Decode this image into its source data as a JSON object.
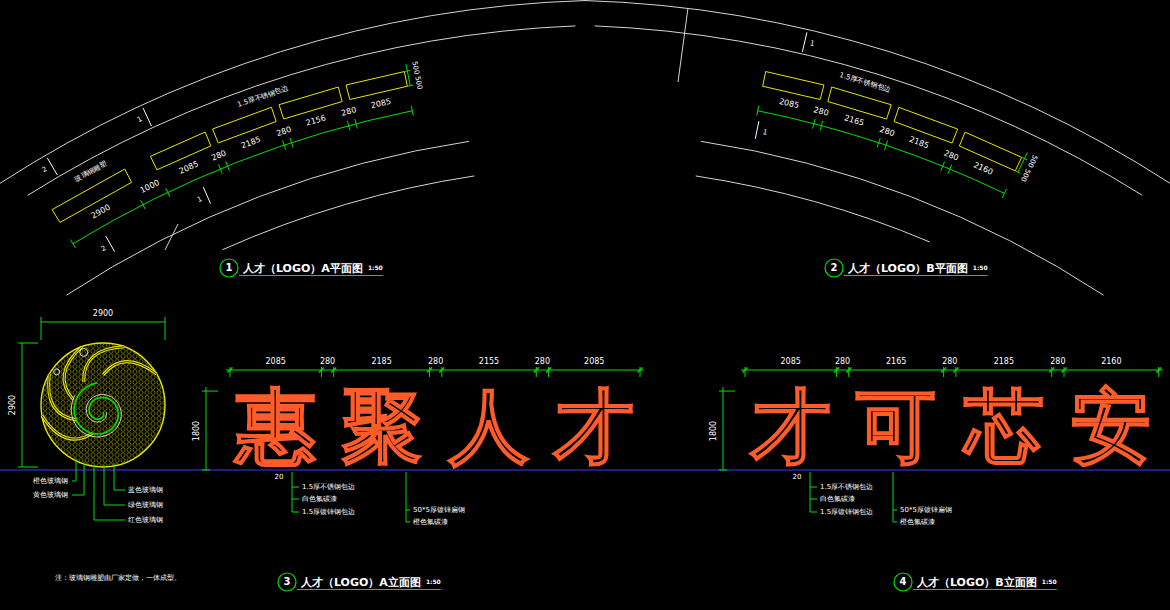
{
  "diagram": {
    "labels": [
      "2900",
      "1000",
      "2085",
      "280",
      "2185",
      "280",
      "2156",
      "280",
      "2085",
      "500",
      "500",
      "玻璃钢雕塑",
      "1.5厚不锈钢包边",
      "2",
      "1",
      "1",
      "2",
      "1",
      "人才（LOGO）A平面图",
      "1:50",
      "1.5厚不锈钢包边",
      "2085",
      "280",
      "2165",
      "280",
      "2185",
      "280",
      "2160",
      "500",
      "500",
      "1",
      "1",
      "2",
      "人才（LOGO）B平面图",
      "1:50",
      "2900",
      "2900",
      "橙色玻璃钢",
      "黄色玻璃钢",
      "蓝色玻璃钢",
      "绿色玻璃钢",
      "红色玻璃钢",
      "2085",
      "280",
      "2185",
      "280",
      "2155",
      "280",
      "2085",
      "1800",
      "惠",
      "聚",
      "人",
      "才",
      "20",
      "1.5厚不锈钢包边",
      "白色氟碳漆",
      "1.5厚镀锌钢包边",
      "50*5厚镀锌扁钢",
      "橙色氟碳漆",
      "注：玻璃钢雕塑由厂家定做，一体成型。",
      "3",
      "人才（LOGO）A立面图",
      "1:50",
      "2085",
      "280",
      "2165",
      "280",
      "2185",
      "280",
      "2160",
      "1800",
      "才",
      "可",
      "芯",
      "安",
      "20",
      "1.5厚不锈钢包边",
      "白色氟碳漆",
      "1.5厚镀锌钢包边",
      "50*5厚镀锌扁钢",
      "橙色氟碳漆",
      "4",
      "人才（LOGO）B立面图",
      "1:50"
    ]
  }
}
